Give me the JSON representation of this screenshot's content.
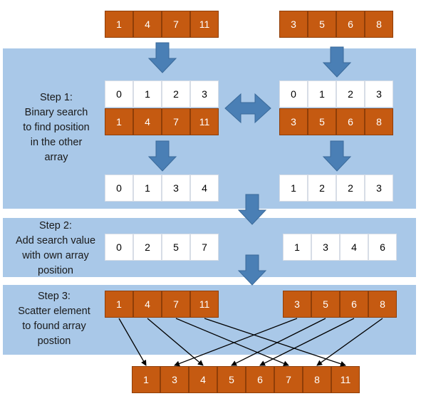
{
  "colors": {
    "panel": "#a9c8e8",
    "cell_orange": "#c55a11",
    "blue_arrow": "#4a7fb5",
    "line": "#000000"
  },
  "inputs": {
    "a": [
      "1",
      "4",
      "7",
      "11"
    ],
    "b": [
      "3",
      "5",
      "6",
      "8"
    ]
  },
  "step1": {
    "label": [
      "Step 1:",
      "Binary search",
      "to find position",
      "in the other",
      "array"
    ],
    "index_a": [
      "0",
      "1",
      "2",
      "3"
    ],
    "values_a": [
      "1",
      "4",
      "7",
      "11"
    ],
    "index_b": [
      "0",
      "1",
      "2",
      "3"
    ],
    "values_b": [
      "3",
      "5",
      "6",
      "8"
    ],
    "result_a": [
      "0",
      "1",
      "3",
      "4"
    ],
    "result_b": [
      "1",
      "2",
      "2",
      "3"
    ]
  },
  "step2": {
    "label": [
      "Step 2:",
      "Add search value",
      "with own array",
      "position"
    ],
    "result_a": [
      "0",
      "2",
      "5",
      "7"
    ],
    "result_b": [
      "1",
      "3",
      "4",
      "6"
    ]
  },
  "step3": {
    "label": [
      "Step 3:",
      "Scatter element",
      "to found array",
      "postion"
    ],
    "values_a": [
      "1",
      "4",
      "7",
      "11"
    ],
    "values_b": [
      "3",
      "5",
      "6",
      "8"
    ]
  },
  "output": [
    "1",
    "3",
    "4",
    "5",
    "6",
    "7",
    "8",
    "11"
  ]
}
